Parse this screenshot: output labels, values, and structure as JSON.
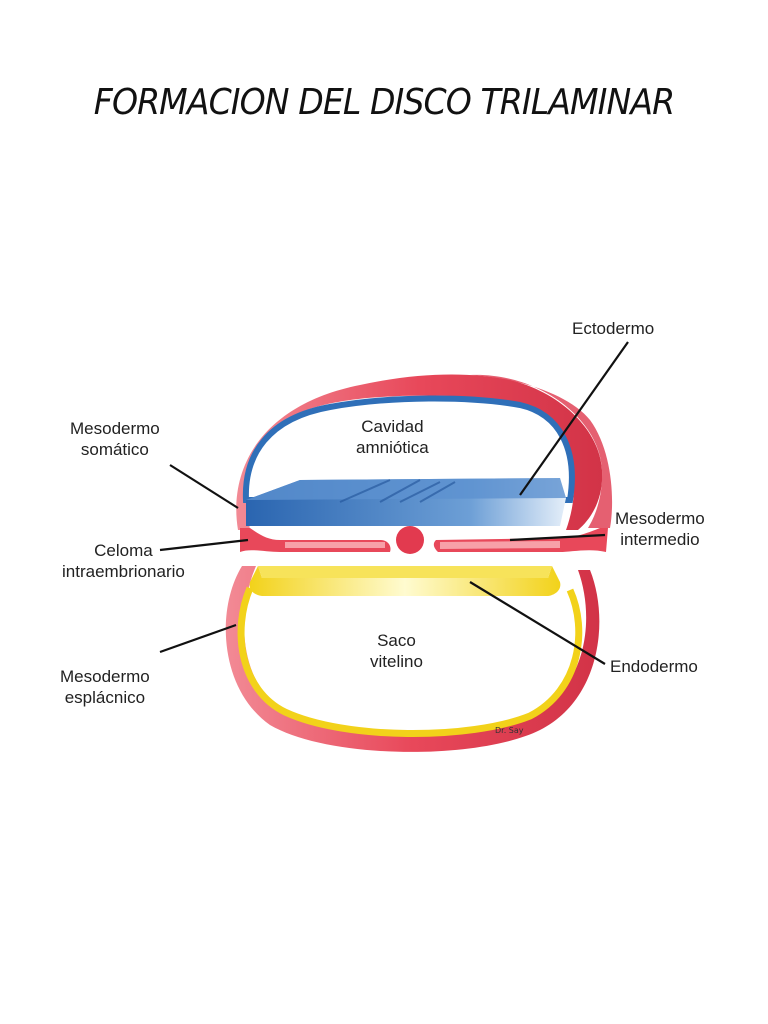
{
  "title": "FORMACION DEL DISCO TRILAMINAR",
  "labels": {
    "ectodermo": "Ectodermo",
    "mesodermo_somatico": [
      "Mesodermo",
      "somático"
    ],
    "cavidad_amniotica": [
      "Cavidad",
      "amniótica"
    ],
    "mesodermo_intermedio": [
      "Mesodermo",
      "intermedio"
    ],
    "celoma": [
      "Celoma",
      "intraembrionario"
    ],
    "saco_vitelino": [
      "Saco",
      "vitelino"
    ],
    "endodermo": "Endodermo",
    "mesodermo_esplacnico": [
      "Mesodermo",
      "esplácnico"
    ]
  },
  "colors": {
    "mesoderm_red": "#e8485a",
    "mesoderm_light": "#f7a0a8",
    "ectoderm_blue": "#2f6fb8",
    "ectoderm_light": "#cfe0f3",
    "endoderm_yellow": "#f2dc1e",
    "endoderm_light": "#fff7b0"
  }
}
